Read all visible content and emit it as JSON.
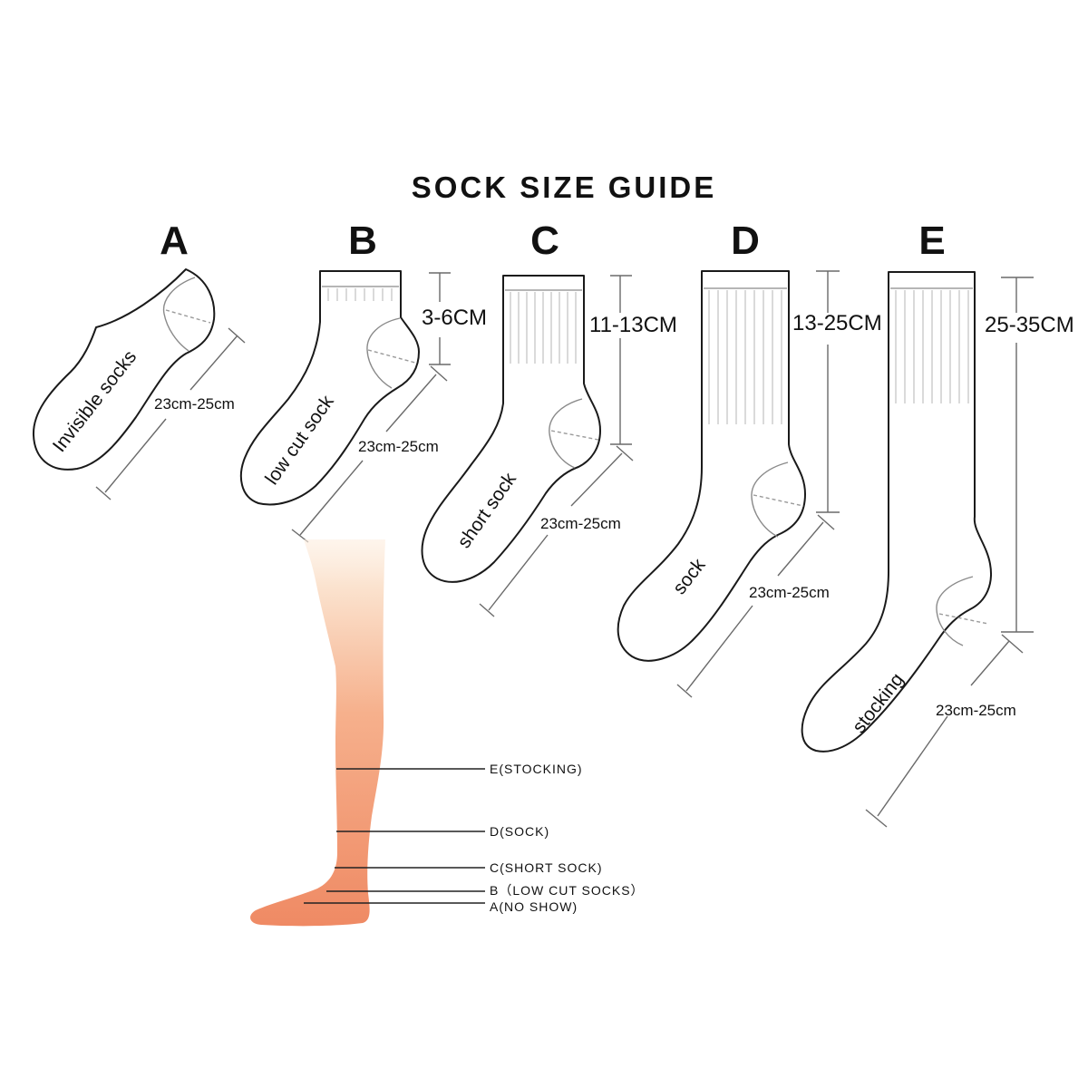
{
  "title": "SOCK SIZE GUIDE",
  "socks": [
    {
      "letter": "A",
      "name": "Invisible socks",
      "foot_length": "23cm-25cm",
      "height": null
    },
    {
      "letter": "B",
      "name": "low cut sock",
      "foot_length": "23cm-25cm",
      "height": "3-6CM"
    },
    {
      "letter": "C",
      "name": "short sock",
      "foot_length": "23cm-25cm",
      "height": "11-13CM"
    },
    {
      "letter": "D",
      "name": "sock",
      "foot_length": "23cm-25cm",
      "height": "13-25CM"
    },
    {
      "letter": "E",
      "name": "stocking",
      "foot_length": "23cm-25cm",
      "height": "25-35CM"
    }
  ],
  "leg_diagram": {
    "labels": [
      "E(STOCKING)",
      "D(SOCK)",
      "C(SHORT SOCK)",
      "B（LOW CUT SOCKS）",
      "A(NO SHOW)"
    ],
    "skin_color_top": "#fbe3cf",
    "skin_color_bottom": "#ef8a64"
  }
}
